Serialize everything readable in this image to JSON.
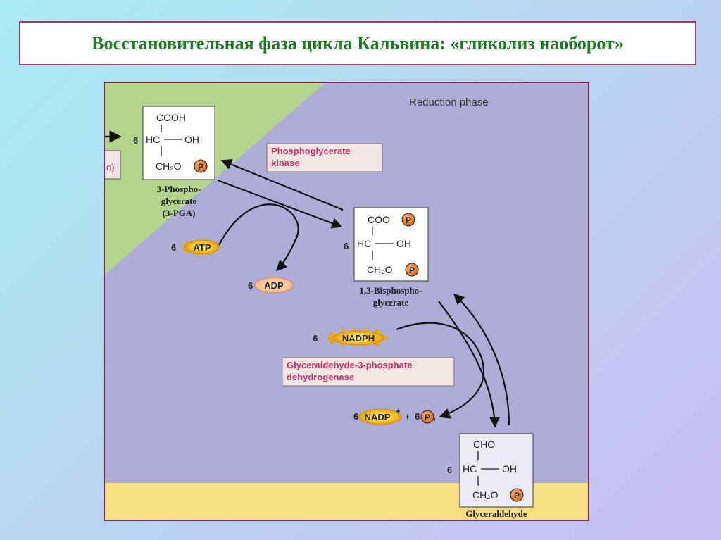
{
  "title": "Восстановительная фаза цикла Кальвина: «гликолиз наоборот»",
  "figure": {
    "phase_label": "Reduction phase",
    "left_partial_label": "o)",
    "compounds": {
      "pga": {
        "count": "6",
        "line1": "COOH",
        "line2_left": "HC",
        "line2_right": "OH",
        "line3": "CH₂O",
        "name_line1": "3-Phospho-",
        "name_line2": "glycerate",
        "name_line3": "(3-PGA)"
      },
      "bpg": {
        "count": "6",
        "line1": "COO",
        "line2_left": "HC",
        "line2_right": "OH",
        "line3": "CH₂O",
        "name_line1": "1,3-Bisphospho-",
        "name_line2": "glycerate"
      },
      "g3p": {
        "count": "6",
        "line1": "CHO",
        "line2_left": "HC",
        "line2_right": "OH",
        "line3": "CH₂O",
        "name_line1": "Glyceraldehyde"
      }
    },
    "phosphate": "P",
    "enzymes": {
      "kinase_line1": "Phosphoglycerate",
      "kinase_line2": "kinase",
      "dehydrogenase_line1": "Glyceraldehyde-3-phosphate",
      "dehydrogenase_line2": "dehydrogenase"
    },
    "cofactors": {
      "atp_count": "6",
      "atp": "ATP",
      "adp_count": "6",
      "adp": "ADP",
      "nadph_count": "6",
      "nadph": "NADPH",
      "nadp_count": "6",
      "nadp": "NADP",
      "nadp_sup": "+",
      "plus": "+",
      "pi_count": "6",
      "pi_sub": "i"
    },
    "colors": {
      "green_region": "#b3d58b",
      "lavender_region": "#adadd8",
      "yellow_band": "#f5df80",
      "enzyme_text": "#cc2f63",
      "phosphate_fill": "#e8873a"
    }
  }
}
